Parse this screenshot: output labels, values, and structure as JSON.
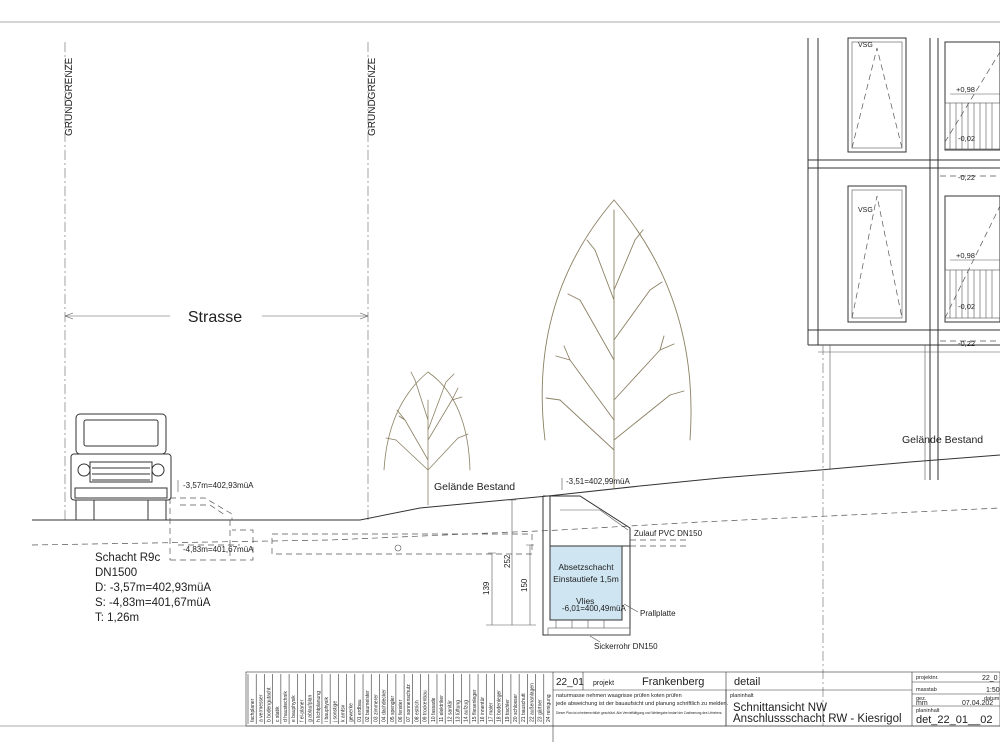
{
  "labels": {
    "grundgrenze_left": "GRUNDGRENZE",
    "grundgrenze_right": "GRUNDGRENZE",
    "strasse": "Strasse",
    "gelaende_left": "Gelände Bestand",
    "gelaende_right": "Gelände Bestand",
    "vsg_top": "VSG",
    "vsg_bottom": "VSG"
  },
  "levels": {
    "shaft_top_left": "-3,57m=402,93müA",
    "shaft_bottom_left": "-4,83m=401,67müA",
    "shaft_top_right": "-3,51=402,99müA",
    "shaft_bottom_right": "-6,01=400,49müA",
    "win_1_a": "+0,98",
    "win_1_b": "-0,02",
    "win_1_c": "-0,22",
    "win_2_a": "+0,98",
    "win_2_b": "-0,02",
    "win_2_c": "-0,22"
  },
  "schacht": {
    "title": "Schacht R9c",
    "dn": "DN1500",
    "d": "D: -3,57m=402,93müA",
    "s": "S: -4,83m=401,67müA",
    "t": "T:  1,26m"
  },
  "absetzschacht": {
    "name": "Absetzschacht",
    "depth": "Einstautiefe 1,5m",
    "vlies": "Vlies",
    "zulauf": "Zulauf PVC DN150",
    "prallplatte": "Prallplatte",
    "sickerrohr": "Sickerrohr DN150"
  },
  "dims": {
    "d252": "252",
    "d139": "139",
    "d150": "150"
  },
  "title_block": {
    "project_no": "22_01",
    "project_label": "projekt",
    "project_name": "Frankenberg",
    "detail_label": "detail",
    "planinhalt_label": "planinhalt",
    "plan_line1": "Schnittansicht NW",
    "plan_line2": "Anschlussschacht RW - Kiesrigol",
    "note_line1": "naturmasse nehmen          waagrisse prüfen          koten prüfen",
    "note_line2": "jede abweichung ist der bauaufsicht und planung schriftlich zu melden.",
    "fine_print": "Dieser Plan ist urheberrechtlich geschützt. Alle Vervielfältigung und Weitergabe bedarf der Zustimmung des Urhebers.",
    "projektnr_label": "projektnr.",
    "projektnr_value": "22_0",
    "massstab_label": "masstab",
    "massstab_value": "1:50",
    "gez_label": "gez.",
    "gez_value": "mm",
    "datum_label": "datum",
    "datum_value": "07.04.202",
    "planinhalt2_label": "planinhalt",
    "plan_number": "det_22_01__02"
  },
  "trades": [
    "fachplaner",
    "a vermesser",
    "b bodengutacht",
    "c statik",
    "d haustechnik",
    "e bauphysik",
    "f el-planer",
    "g ablaufplan",
    "h lichtplanung",
    "i bauphysik",
    "j sonstige",
    "k amtsv",
    "gewerke",
    "01 erdbau",
    "02 baumeister",
    "03 zimmerer",
    "04 dachdecker",
    "05 spengler",
    "06 fenster",
    "07 sonnenschutz",
    "08 estrich",
    "09 trockenbau",
    "10 fassade",
    "11 elektriker",
    "12 sanitär",
    "13 lüftung",
    "14 aufzug",
    "15 fliesenleger",
    "16 innentür",
    "17 maler",
    "18 bodenleger",
    "19 tischler",
    "20 schlosser",
    "21 bauschutt",
    "22 außenanlagen",
    "23 gärtner",
    "24 reinigung"
  ]
}
